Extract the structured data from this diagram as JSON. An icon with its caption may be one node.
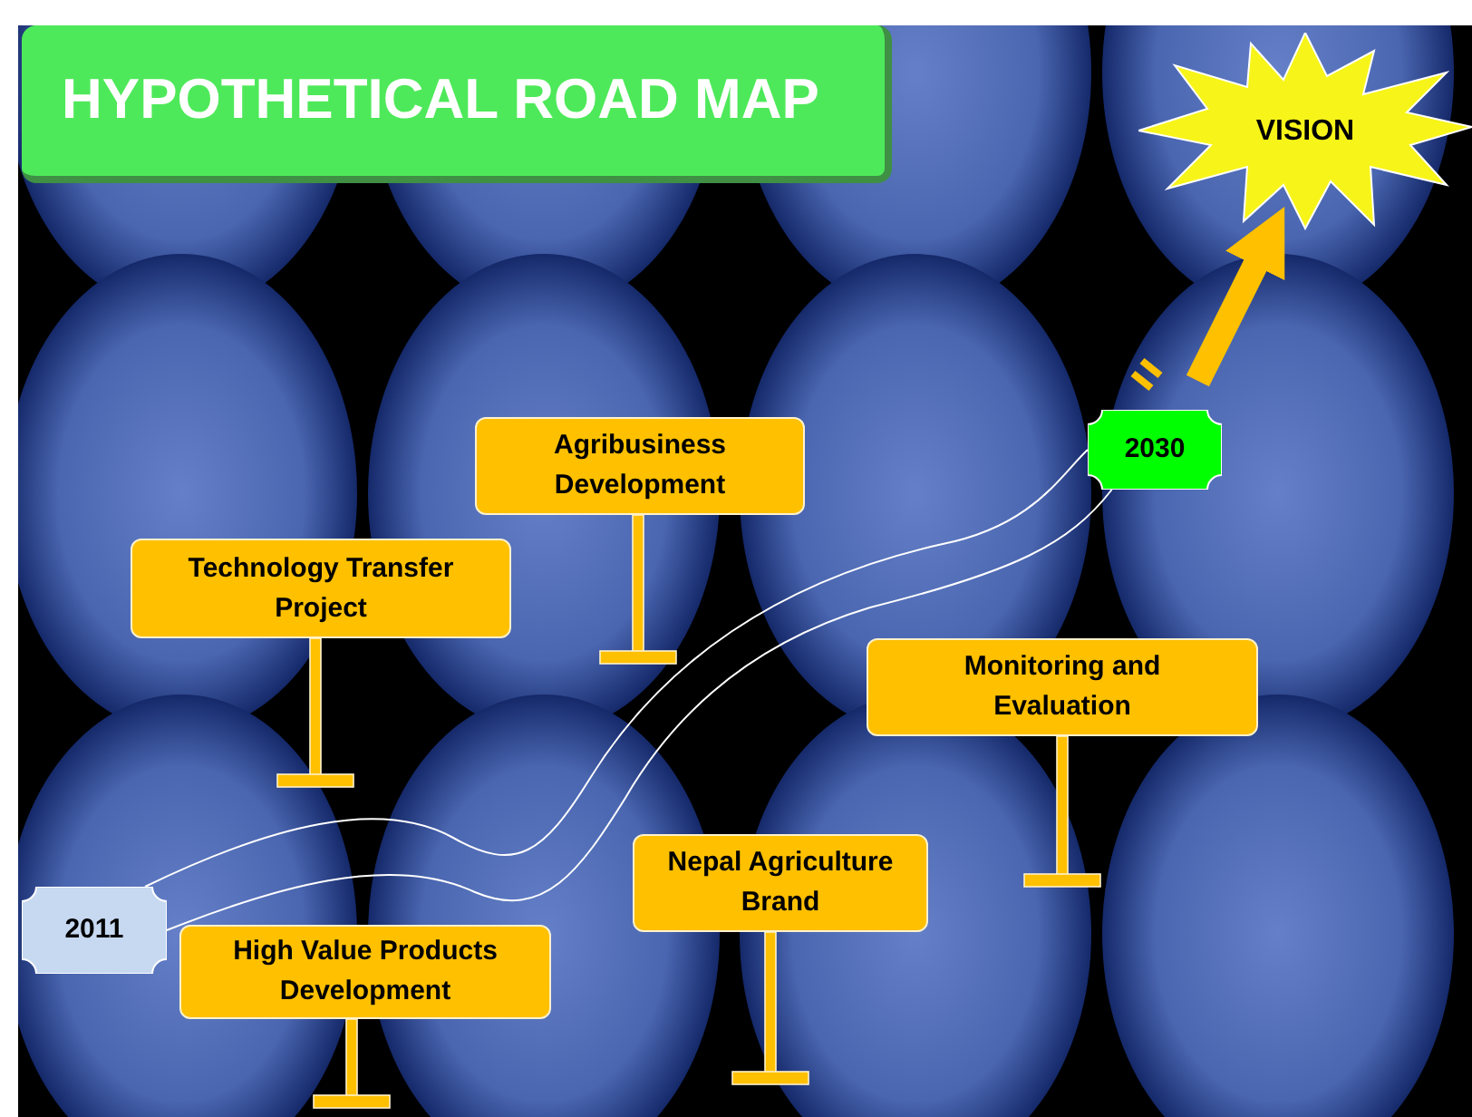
{
  "diagram": {
    "title": "HYPOTHETICAL ROAD MAP",
    "nodes": [
      {
        "text": [
          "VISION"
        ]
      },
      {
        "text": [
          "2030"
        ]
      },
      {
        "text": [
          "Agribusiness Development"
        ]
      },
      {
        "text": [
          "Technology Transfer Project"
        ]
      },
      {
        "text": [
          "Monitoring and Evaluation"
        ]
      },
      {
        "text": [
          "Nepal Agriculture Brand"
        ]
      },
      {
        "text": [
          "2011"
        ]
      },
      {
        "text": [
          "High Value Products Development"
        ]
      }
    ],
    "edges": [
      {
        "from": 6,
        "to": 1,
        "arrow": "none",
        "color": "#ffffff"
      },
      {
        "from": 6,
        "to": 1,
        "arrow": "none",
        "color": "#ffffff"
      },
      {
        "from": 1,
        "to": 0,
        "arrow": "to",
        "style": "thick",
        "color": "#ffc000"
      }
    ]
  }
}
